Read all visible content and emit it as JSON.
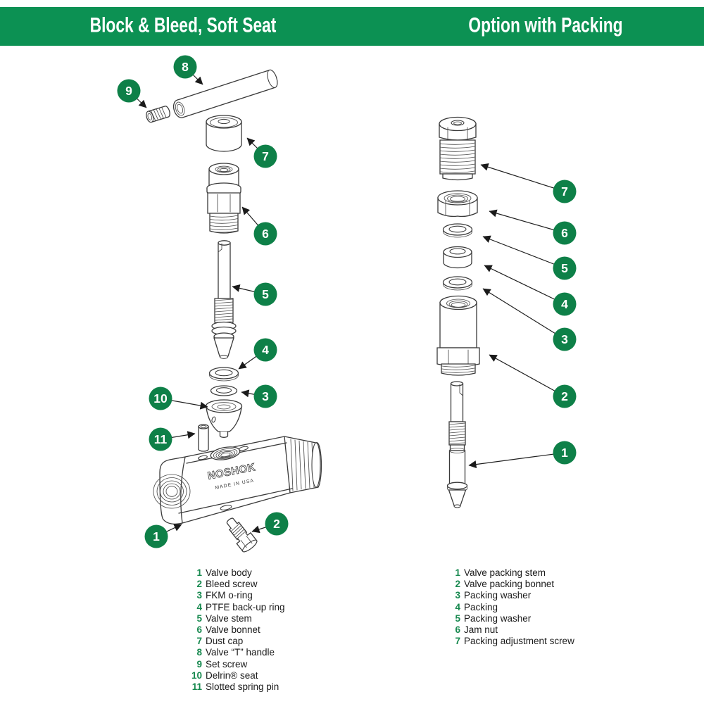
{
  "header": {
    "left_title": "Block & Bleed, Soft Seat",
    "right_title": "Option with Packing"
  },
  "colors": {
    "banner_green": "#0c9153",
    "callout_green": "#0e8048",
    "number_green": "#17894f"
  },
  "body_markings": {
    "brand": "NOSHOK",
    "made_in": "MADE IN USA"
  },
  "left": {
    "parts": [
      {
        "num": "1",
        "label": "Valve body"
      },
      {
        "num": "2",
        "label": "Bleed screw"
      },
      {
        "num": "3",
        "label": "FKM o-ring"
      },
      {
        "num": "4",
        "label": "PTFE back-up ring"
      },
      {
        "num": "5",
        "label": "Valve stem"
      },
      {
        "num": "6",
        "label": "Valve bonnet"
      },
      {
        "num": "7",
        "label": "Dust cap"
      },
      {
        "num": "8",
        "label": "Valve “T” handle"
      },
      {
        "num": "9",
        "label": "Set screw"
      },
      {
        "num": "10",
        "label": "Delrin® seat"
      },
      {
        "num": "11",
        "label": "Slotted spring pin"
      }
    ]
  },
  "right": {
    "parts": [
      {
        "num": "1",
        "label": "Valve packing stem"
      },
      {
        "num": "2",
        "label": "Valve packing bonnet"
      },
      {
        "num": "3",
        "label": "Packing washer"
      },
      {
        "num": "4",
        "label": "Packing"
      },
      {
        "num": "5",
        "label": "Packing washer"
      },
      {
        "num": "6",
        "label": "Jam nut"
      },
      {
        "num": "7",
        "label": "Packing adjustment screw"
      }
    ]
  }
}
